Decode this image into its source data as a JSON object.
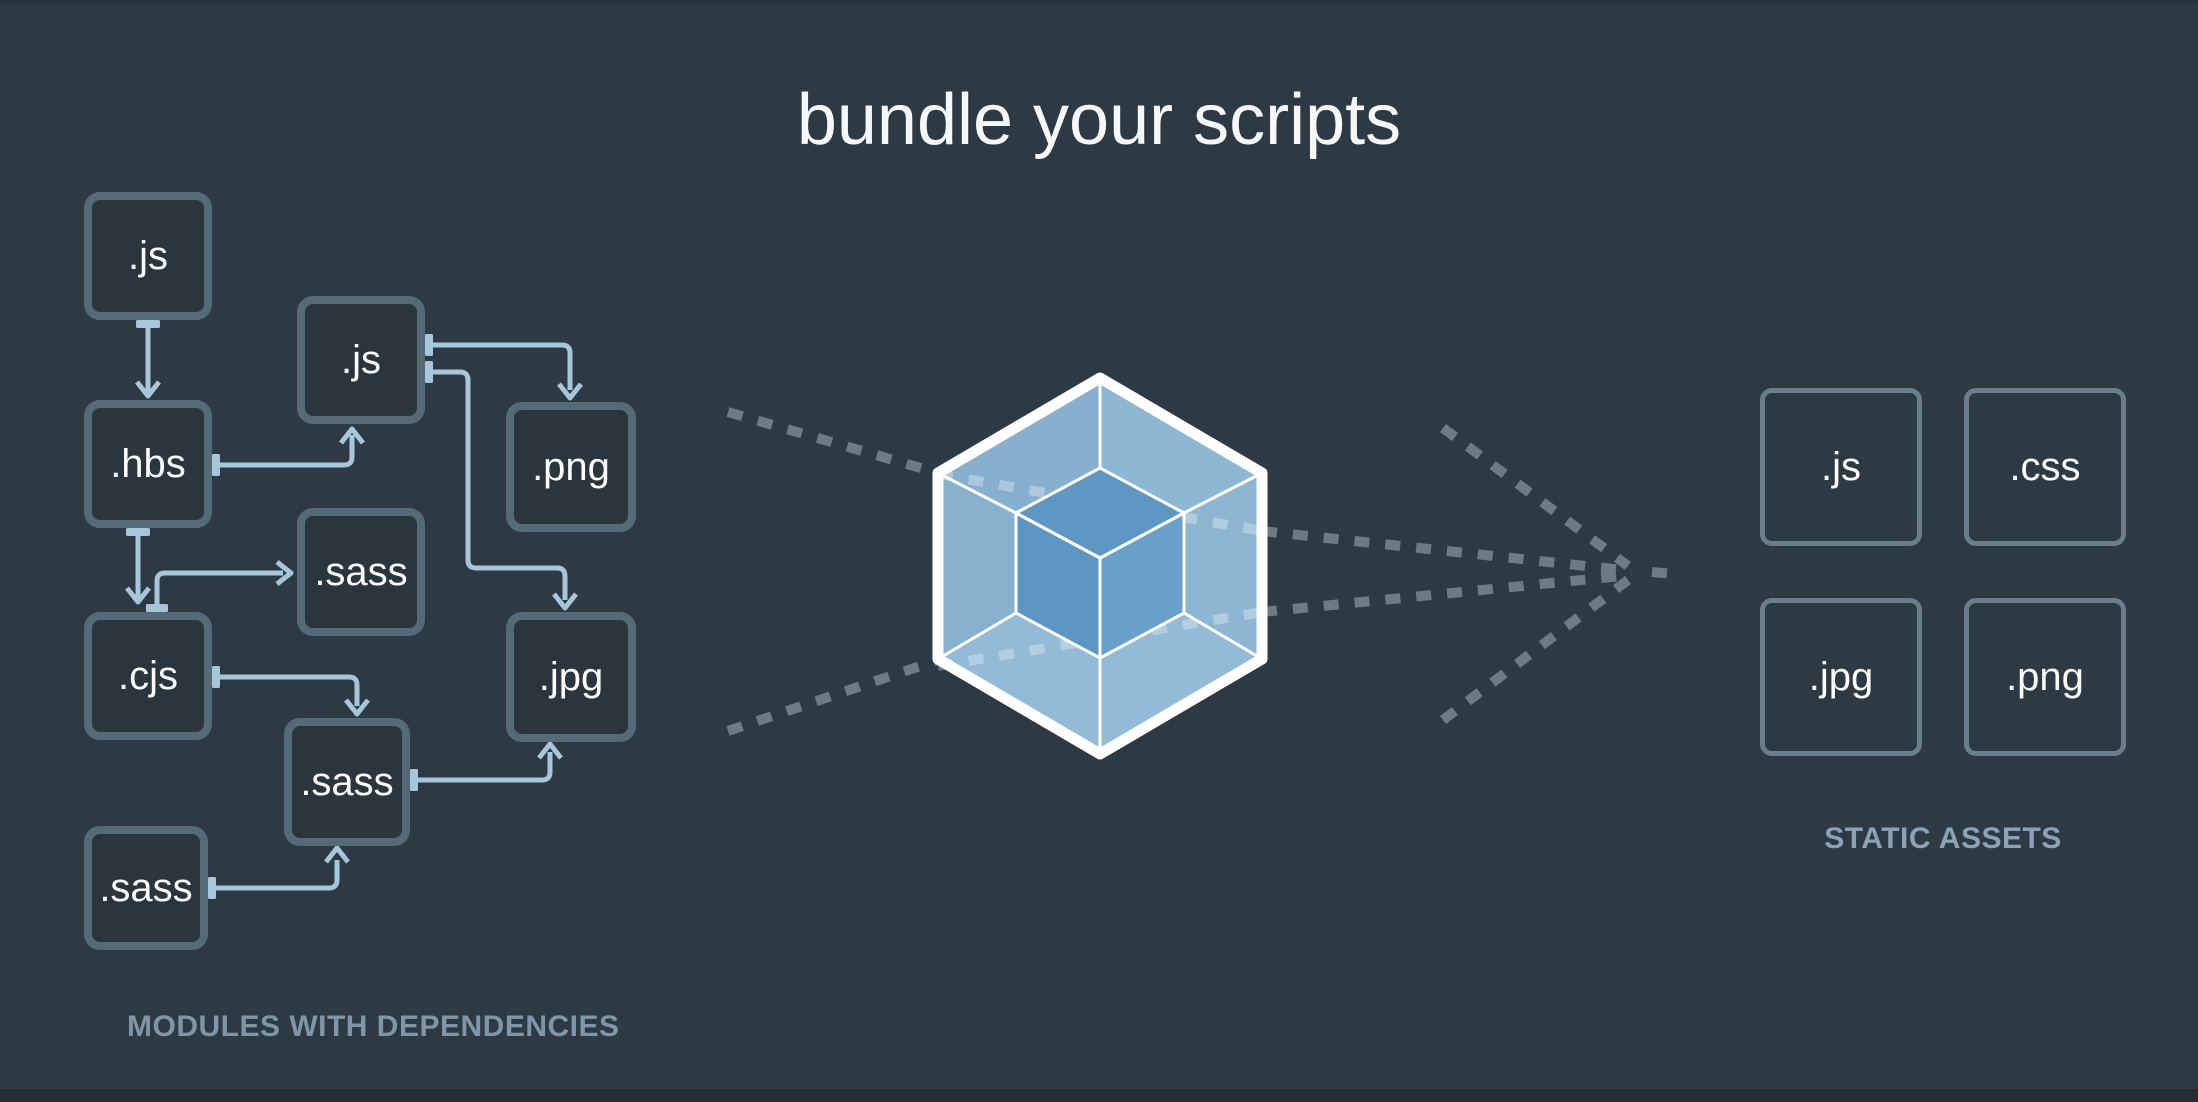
{
  "title": "bundle your scripts",
  "modules_panel": {
    "label": "MODULES WITH DEPENDENCIES",
    "boxes": [
      {
        "label": ".js"
      },
      {
        "label": ".js"
      },
      {
        "label": ".hbs"
      },
      {
        "label": ".sass"
      },
      {
        "label": ".cjs"
      },
      {
        "label": ".png"
      },
      {
        "label": ".jpg"
      },
      {
        "label": ".sass"
      },
      {
        "label": ".sass"
      }
    ]
  },
  "assets_panel": {
    "label": "STATIC ASSETS",
    "boxes": [
      {
        "label": ".js"
      },
      {
        "label": ".css"
      },
      {
        "label": ".jpg"
      },
      {
        "label": ".png"
      }
    ]
  },
  "logo": {
    "name": "webpack-cube"
  },
  "colors": {
    "background": "#2d3a43",
    "title_text": "#f5f7f8",
    "module_box_border": "#546a77",
    "module_box_fill": "#2b353d",
    "asset_box_border": "#697d8b",
    "box_label_text": "#fbfdfe",
    "connector_arrow": "#a6c6d9",
    "dashed_flow_line": "#6d7b85",
    "caption_left_text": "#7e96a7",
    "caption_right_text": "#8ba3b5",
    "cube_outline": "#ffffff",
    "cube_face_top_left": "#87b0ce",
    "cube_face_top_right": "#8eb7d4",
    "cube_face_left": "#88b1ce",
    "cube_face_right": "#8db6d3",
    "cube_face_bottom": "#93bbd7",
    "cube_inner_top": "#5f97c4",
    "cube_inner_left": "#5d95c3",
    "cube_inner_right": "#68a0ca"
  }
}
